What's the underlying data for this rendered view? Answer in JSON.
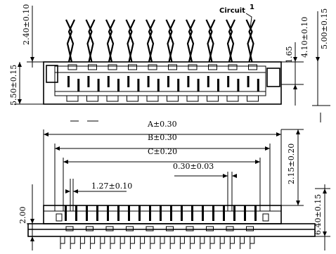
{
  "top_view": {
    "circuit_label": "Circuit",
    "circuit_mark": "1",
    "dim_pin_height": "2.40±0.10",
    "dim_body_height": "5.50±0.15",
    "dim_step": "1.65",
    "dim_height_a": "4.10±0.10",
    "dim_height_b": "5.00±0.15"
  },
  "front_view": {
    "dim_a": "A±0.30",
    "dim_b": "B±0.30",
    "dim_c": "C±0.20",
    "dim_pitch_small": "0.30±0.03",
    "dim_pitch": "1.27±0.10",
    "dim_top_offset": "2.15±0.20",
    "dim_overall": "6.40±0.15",
    "dim_left": "2.00"
  }
}
